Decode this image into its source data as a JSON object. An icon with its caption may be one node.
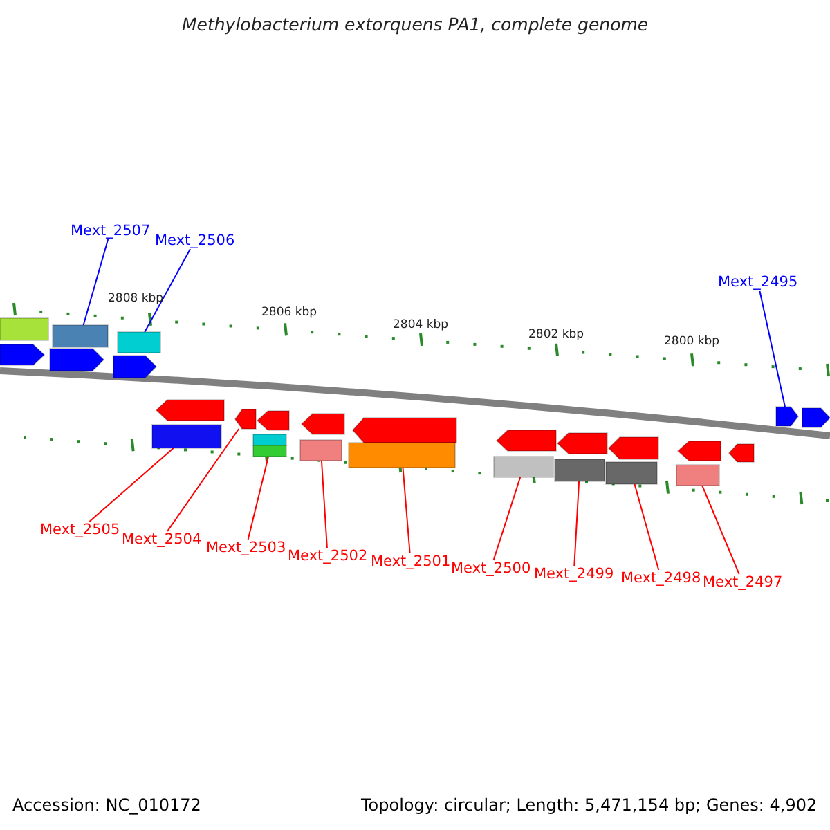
{
  "diagram": {
    "title": "Methylobacterium extorquens PA1, complete genome",
    "nodes": [
      {
        "text": [
          "Mext_2507"
        ]
      },
      {
        "text": [
          "Mext_2506"
        ]
      },
      {
        "text": [
          "Mext_2495"
        ]
      },
      {
        "text": [
          "Mext_2505"
        ]
      },
      {
        "text": [
          "Mext_2504"
        ]
      },
      {
        "text": [
          "Mext_2503"
        ]
      },
      {
        "text": [
          "Mext_2502"
        ]
      },
      {
        "text": [
          "Mext_2501"
        ]
      },
      {
        "text": [
          "Mext_2500"
        ]
      },
      {
        "text": [
          "Mext_2499"
        ]
      },
      {
        "text": [
          "Mext_2498"
        ]
      },
      {
        "text": [
          "Mext_2497"
        ]
      },
      {
        "text": [],
        "shape": "bar"
      },
      {
        "text": [],
        "shape": "bar"
      },
      {
        "text": [],
        "shape": "bar"
      },
      {
        "text": [],
        "shape": "arrow"
      },
      {
        "text": [],
        "shape": "bar"
      },
      {
        "text": [],
        "shape": "bar"
      },
      {
        "text": [],
        "shape": "bar"
      },
      {
        "text": [],
        "shape": "bar"
      },
      {
        "text": [],
        "shape": "bar"
      },
      {
        "text": [],
        "shape": "bar"
      },
      {
        "text": [],
        "shape": "bar"
      },
      {
        "text": [],
        "shape": "arrow"
      }
    ],
    "edges": [
      {
        "from": 0,
        "to": 12,
        "arrow": "none",
        "color": "#0000ff"
      },
      {
        "from": 1,
        "to": 13,
        "arrow": "none",
        "color": "#0000ff"
      },
      {
        "from": 2,
        "to": 23,
        "arrow": "none",
        "color": "#0000ff"
      },
      {
        "from": 3,
        "to": 14,
        "arrow": "none"
      },
      {
        "from": 4,
        "to": 15,
        "arrow": "none"
      },
      {
        "from": 5,
        "to": 16,
        "arrow": "none"
      },
      {
        "from": 6,
        "to": 17,
        "arrow": "none"
      },
      {
        "from": 7,
        "to": 18,
        "arrow": "none"
      },
      {
        "from": 8,
        "to": 19,
        "arrow": "none"
      },
      {
        "from": 9,
        "to": 20,
        "arrow": "none"
      },
      {
        "from": 10,
        "to": 21,
        "arrow": "none"
      },
      {
        "from": 11,
        "to": 22,
        "arrow": "none"
      }
    ],
    "labels": [
      "2808 kbp",
      "2806 kbp",
      "2804 kbp",
      "2802 kbp",
      "2800 kbp",
      "Accession: NC_010172",
      "Topology: circular; Length: 5,471,154 bp; Genes: 4,902"
    ]
  }
}
